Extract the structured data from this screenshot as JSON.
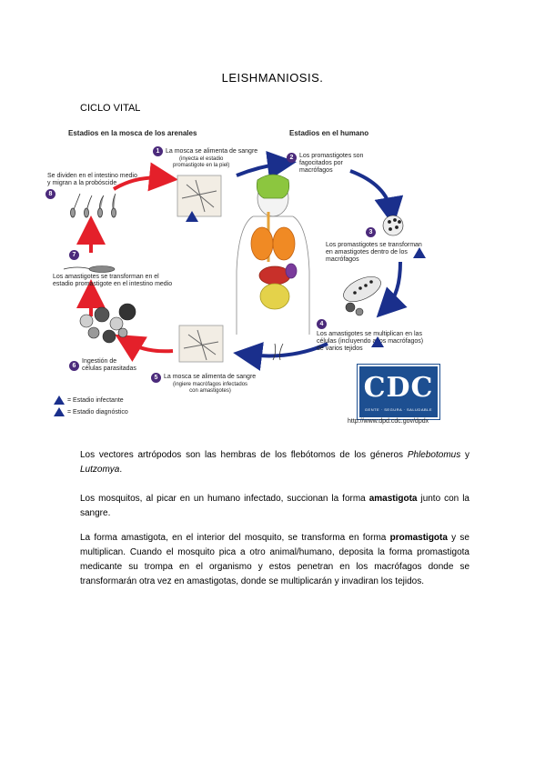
{
  "document": {
    "title": "LEISHMANIOSIS.",
    "subtitle": "CICLO VITAL"
  },
  "figure": {
    "heading_left": "Estadios en la mosca de los arenales",
    "heading_right": "Estadios en el humano",
    "steps": [
      {
        "num": "1",
        "text_main": "La mosca se alimenta de sangre",
        "text_sub": "(inyecta el estadio\npromastigote en la piel)"
      },
      {
        "num": "2",
        "text_main": "Los promastigotes son\nfagocitados por\nmacrófagos"
      },
      {
        "num": "3",
        "text_main": "Los promastigotes se transforman\nen amastigotes dentro de los\nmacrófagos"
      },
      {
        "num": "4",
        "text_main": "Los amastigotes se multiplican en las\ncélulas (incluyendo a los macrófagos)\nde varios tejidos"
      },
      {
        "num": "5",
        "text_main": "La mosca se alimenta de sangre",
        "text_sub": "(ingiere macrófagos infectados\ncon amastigotes)"
      },
      {
        "num": "6",
        "text_main": "Ingestión de\ncélulas parasitadas"
      },
      {
        "num": "7",
        "text_main": "Los amastigotes se transforman en el\nestadio promastigote en el intestino medio"
      },
      {
        "num": "8",
        "text_main": "Se dividen en el intestino medio\ny migran a la probóscide"
      }
    ],
    "legend": [
      {
        "symbol": "i",
        "label": "= Estadio infectante"
      },
      {
        "symbol": "d",
        "label": "= Estadio diagnóstico"
      }
    ],
    "logo": {
      "text": "CDC",
      "tagline": "GENTE · SEGURA · SALUDABLE"
    },
    "url": "http://www.dpd.cdc.gov/dpdx",
    "colors": {
      "red_arrows": "#e4202a",
      "blue_arrows": "#1a2f8c",
      "step_circle": "#4b2a7b"
    }
  },
  "paragraphs": [
    [
      {
        "t": "Los vectores artrópodos son las hembras de los flebótomos de los géneros ",
        "s": "normal"
      },
      {
        "t": "Phlebotomus",
        "s": "italic"
      },
      {
        "t": " y ",
        "s": "normal"
      },
      {
        "t": "Lutzomya",
        "s": "italic"
      },
      {
        "t": ".",
        "s": "normal"
      }
    ],
    [
      {
        "t": "Los mosquitos, al picar en un humano infectado, succionan la forma ",
        "s": "normal"
      },
      {
        "t": "amastigota",
        "s": "bold"
      },
      {
        "t": " junto con la sangre.",
        "s": "normal"
      }
    ],
    [
      {
        "t": "La forma amastigota, en el interior del mosquito, se transforma en forma ",
        "s": "normal"
      },
      {
        "t": "promastigota",
        "s": "bold"
      },
      {
        "t": " y se multiplican. Cuando el mosquito pica a otro animal/humano, deposita la forma promastigota medicante su trompa en el organismo y estos penetran en los macrófagos donde se transformarán otra vez en amastigotas, donde se multiplicarán y invadiran los tejidos.",
        "s": "normal"
      }
    ]
  ]
}
